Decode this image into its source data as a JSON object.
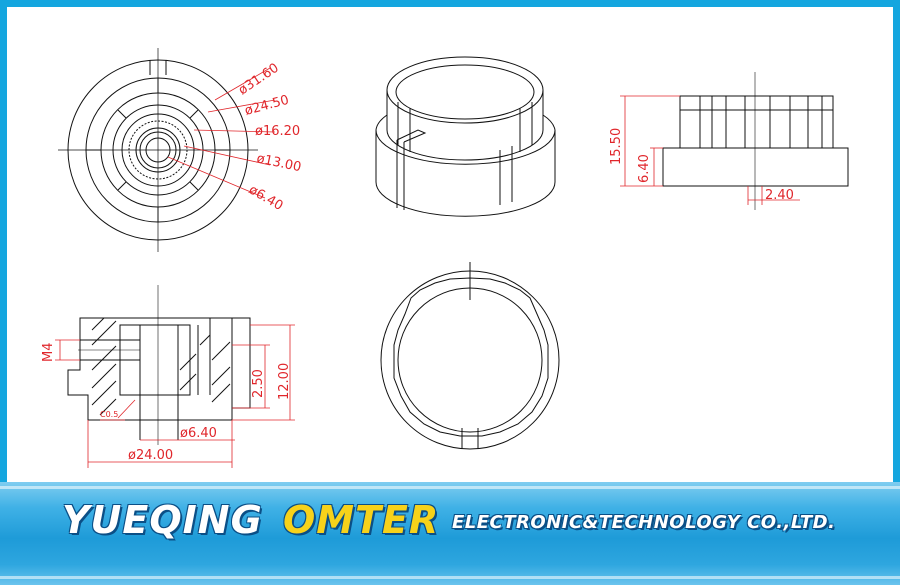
{
  "dimensions": {
    "top_view": [
      "ø31.60",
      "ø24.50",
      "ø16.20",
      "ø13.00",
      "ø6.40"
    ],
    "side_view": {
      "height": "15.50",
      "base": "6.40",
      "rib": "2.40"
    },
    "section_view": {
      "thread": "M4",
      "chamfer": "C0.5",
      "height_a": "2.50",
      "height_b": "12.00",
      "bore": "ø6.40",
      "outer": "ø24.00"
    }
  },
  "colors": {
    "line": "#111111",
    "dimension": "#e0262b",
    "frame": "#14a6df",
    "brand_white": "#ffffff",
    "brand_yellow": "#f7d21a"
  },
  "banner": {
    "name": "YUEQING",
    "highlight": "OMTER",
    "tagline": "ELECTRONIC&TECHNOLOGY CO.,LTD."
  }
}
